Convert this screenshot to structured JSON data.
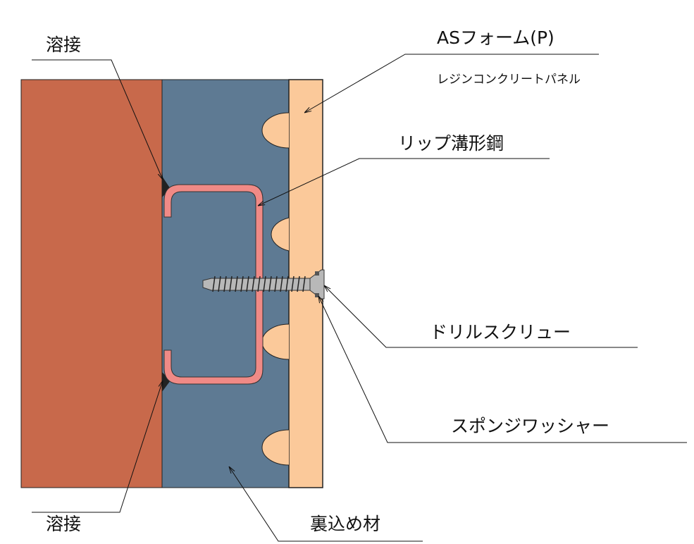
{
  "labels": {
    "weld_top": "溶接",
    "weld_bottom": "溶接",
    "as_foam": "ASフォーム(P)",
    "resin_panel": "レジンコンクリートパネル",
    "lip_channel": "リップ溝形鋼",
    "drill_screw": "ドリルスクリュー",
    "sponge_washer": "スポンジワッシャー",
    "backfill": "裏込め材"
  },
  "colors": {
    "structure": "#C8694B",
    "backfill": "#5E7A93",
    "panel": "#FBC99A",
    "channel": "#F08A86",
    "screw": "#B8B8B8"
  }
}
